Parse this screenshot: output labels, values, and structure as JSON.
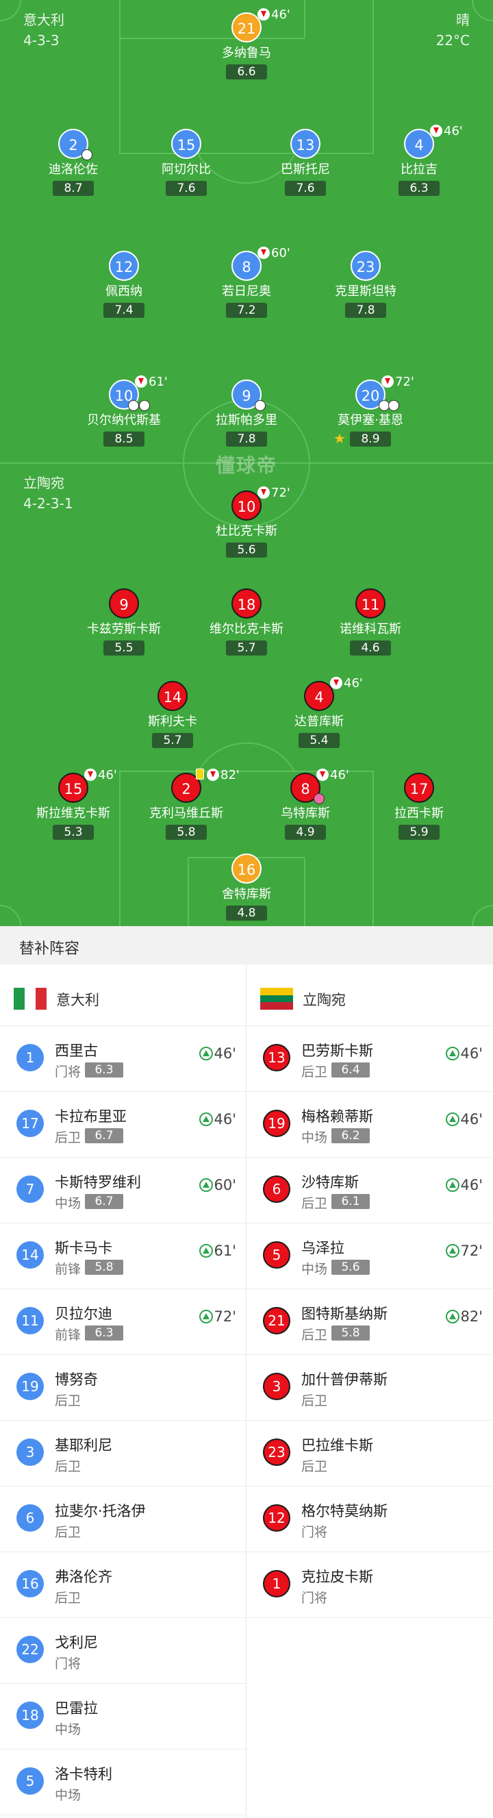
{
  "pitch": {
    "home_team_label": "意大利",
    "home_formation": "4-3-3",
    "weather": "晴",
    "temperature": "22°C",
    "away_team_label": "立陶宛",
    "away_formation": "4-2-3-1",
    "watermark": "懂球帝"
  },
  "home_players": [
    {
      "num": "21",
      "name": "多纳鲁马",
      "rating": "6.6",
      "sub_out": "46'"
    },
    {
      "num": "2",
      "name": "迪洛伦佐",
      "rating": "8.7",
      "goal_icons": "⚽"
    },
    {
      "num": "15",
      "name": "阿切尔比",
      "rating": "7.6"
    },
    {
      "num": "13",
      "name": "巴斯托尼",
      "rating": "7.6"
    },
    {
      "num": "4",
      "name": "比拉吉",
      "rating": "6.3",
      "sub_out": "46'"
    },
    {
      "num": "12",
      "name": "佩西纳",
      "rating": "7.4"
    },
    {
      "num": "8",
      "name": "若日尼奥",
      "rating": "7.2",
      "sub_out": "60'"
    },
    {
      "num": "23",
      "name": "克里斯坦特",
      "rating": "7.8"
    },
    {
      "num": "10",
      "name": "贝尔纳代斯基",
      "rating": "8.5",
      "sub_out": "61'"
    },
    {
      "num": "9",
      "name": "拉斯帕多里",
      "rating": "7.8",
      "goal_icons": "⚽"
    },
    {
      "num": "20",
      "name": "莫伊塞·基恩",
      "rating": "8.9",
      "sub_out": "72'",
      "goal_icons": "⚽⚽"
    }
  ],
  "away_players": [
    {
      "num": "10",
      "name": "杜比克卡斯",
      "rating": "5.6",
      "sub_out": "72'"
    },
    {
      "num": "9",
      "name": "卡兹劳斯卡斯",
      "rating": "5.5"
    },
    {
      "num": "18",
      "name": "维尔比克卡斯",
      "rating": "5.7"
    },
    {
      "num": "11",
      "name": "诺维科瓦斯",
      "rating": "4.6"
    },
    {
      "num": "14",
      "name": "斯利夫卡",
      "rating": "5.7"
    },
    {
      "num": "4",
      "name": "达普库斯",
      "rating": "5.4",
      "sub_out": "46'"
    },
    {
      "num": "15",
      "name": "斯拉维克卡斯",
      "rating": "5.3",
      "sub_out": "46'"
    },
    {
      "num": "2",
      "name": "克利马维丘斯",
      "rating": "5.8",
      "sub_out": "82'"
    },
    {
      "num": "8",
      "name": "乌特库斯",
      "rating": "4.9",
      "sub_out": "46'"
    },
    {
      "num": "17",
      "name": "拉西卡斯",
      "rating": "5.9"
    },
    {
      "num": "16",
      "name": "舍特库斯",
      "rating": "4.8"
    }
  ],
  "subs": {
    "title": "替补阵容",
    "home_team": "意大利",
    "away_team": "立陶宛",
    "home": [
      {
        "num": "1",
        "name": "西里古",
        "pos": "门将",
        "rating": "6.3",
        "in": "46'"
      },
      {
        "num": "17",
        "name": "卡拉布里亚",
        "pos": "后卫",
        "rating": "6.7",
        "in": "46'"
      },
      {
        "num": "7",
        "name": "卡斯特罗维利",
        "pos": "中场",
        "rating": "6.7",
        "in": "60'"
      },
      {
        "num": "14",
        "name": "斯卡马卡",
        "pos": "前锋",
        "rating": "5.8",
        "in": "61'"
      },
      {
        "num": "11",
        "name": "贝拉尔迪",
        "pos": "前锋",
        "rating": "6.3",
        "in": "72'"
      },
      {
        "num": "19",
        "name": "博努奇",
        "pos": "后卫"
      },
      {
        "num": "3",
        "name": "基耶利尼",
        "pos": "后卫"
      },
      {
        "num": "6",
        "name": "拉斐尔·托洛伊",
        "pos": "后卫"
      },
      {
        "num": "16",
        "name": "弗洛伦齐",
        "pos": "后卫"
      },
      {
        "num": "22",
        "name": "戈利尼",
        "pos": "门将"
      },
      {
        "num": "18",
        "name": "巴雷拉",
        "pos": "中场"
      },
      {
        "num": "5",
        "name": "洛卡特利",
        "pos": "中场"
      }
    ],
    "away": [
      {
        "num": "13",
        "name": "巴劳斯卡斯",
        "pos": "后卫",
        "rating": "6.4",
        "in": "46'"
      },
      {
        "num": "19",
        "name": "梅格赖蒂斯",
        "pos": "中场",
        "rating": "6.2",
        "in": "46'"
      },
      {
        "num": "6",
        "name": "沙特库斯",
        "pos": "后卫",
        "rating": "6.1",
        "in": "46'"
      },
      {
        "num": "5",
        "name": "乌泽拉",
        "pos": "中场",
        "rating": "5.6",
        "in": "72'"
      },
      {
        "num": "21",
        "name": "图特斯基纳斯",
        "pos": "后卫",
        "rating": "5.8",
        "in": "82'"
      },
      {
        "num": "3",
        "name": "加什普伊蒂斯",
        "pos": "后卫"
      },
      {
        "num": "23",
        "name": "巴拉维卡斯",
        "pos": "后卫"
      },
      {
        "num": "12",
        "name": "格尔特莫纳斯",
        "pos": "门将"
      },
      {
        "num": "1",
        "name": "克拉皮卡斯",
        "pos": "门将"
      }
    ]
  },
  "colors": {
    "home": "#4a8ff0",
    "home_gk": "#f5a623",
    "away": "#e8101a",
    "pitch": "#3fa83f"
  }
}
